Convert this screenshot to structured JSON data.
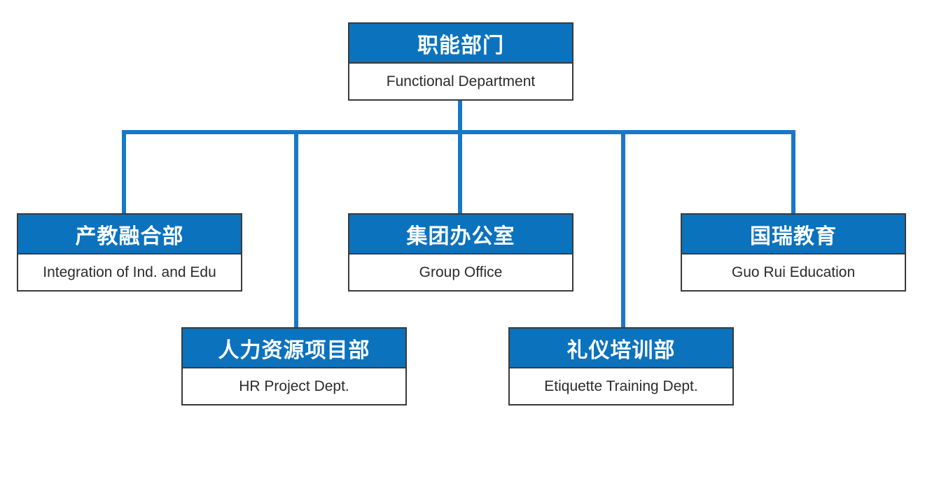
{
  "chart": {
    "title_cn": "职能部门",
    "title_en": "Functional Department",
    "accent_color": "#0b72be",
    "connector_color": "#1878c8",
    "border_color": "#3a3a3a",
    "background_color": "#ffffff"
  },
  "nodes": {
    "root": {
      "name_cn": "职能部门",
      "name_en": "Functional Department"
    },
    "integration": {
      "name_cn": "产教融合部",
      "name_en": "Integration of Ind. and Edu"
    },
    "group_office": {
      "name_cn": "集团办公室",
      "name_en": "Group Office"
    },
    "guo_rui": {
      "name_cn": "国瑞教育",
      "name_en": "Guo Rui Education"
    },
    "hr_project": {
      "name_cn": "人力资源项目部",
      "name_en": "HR Project Dept."
    },
    "etiquette": {
      "name_cn": "礼仪培训部",
      "name_en": "Etiquette Training Dept."
    }
  }
}
